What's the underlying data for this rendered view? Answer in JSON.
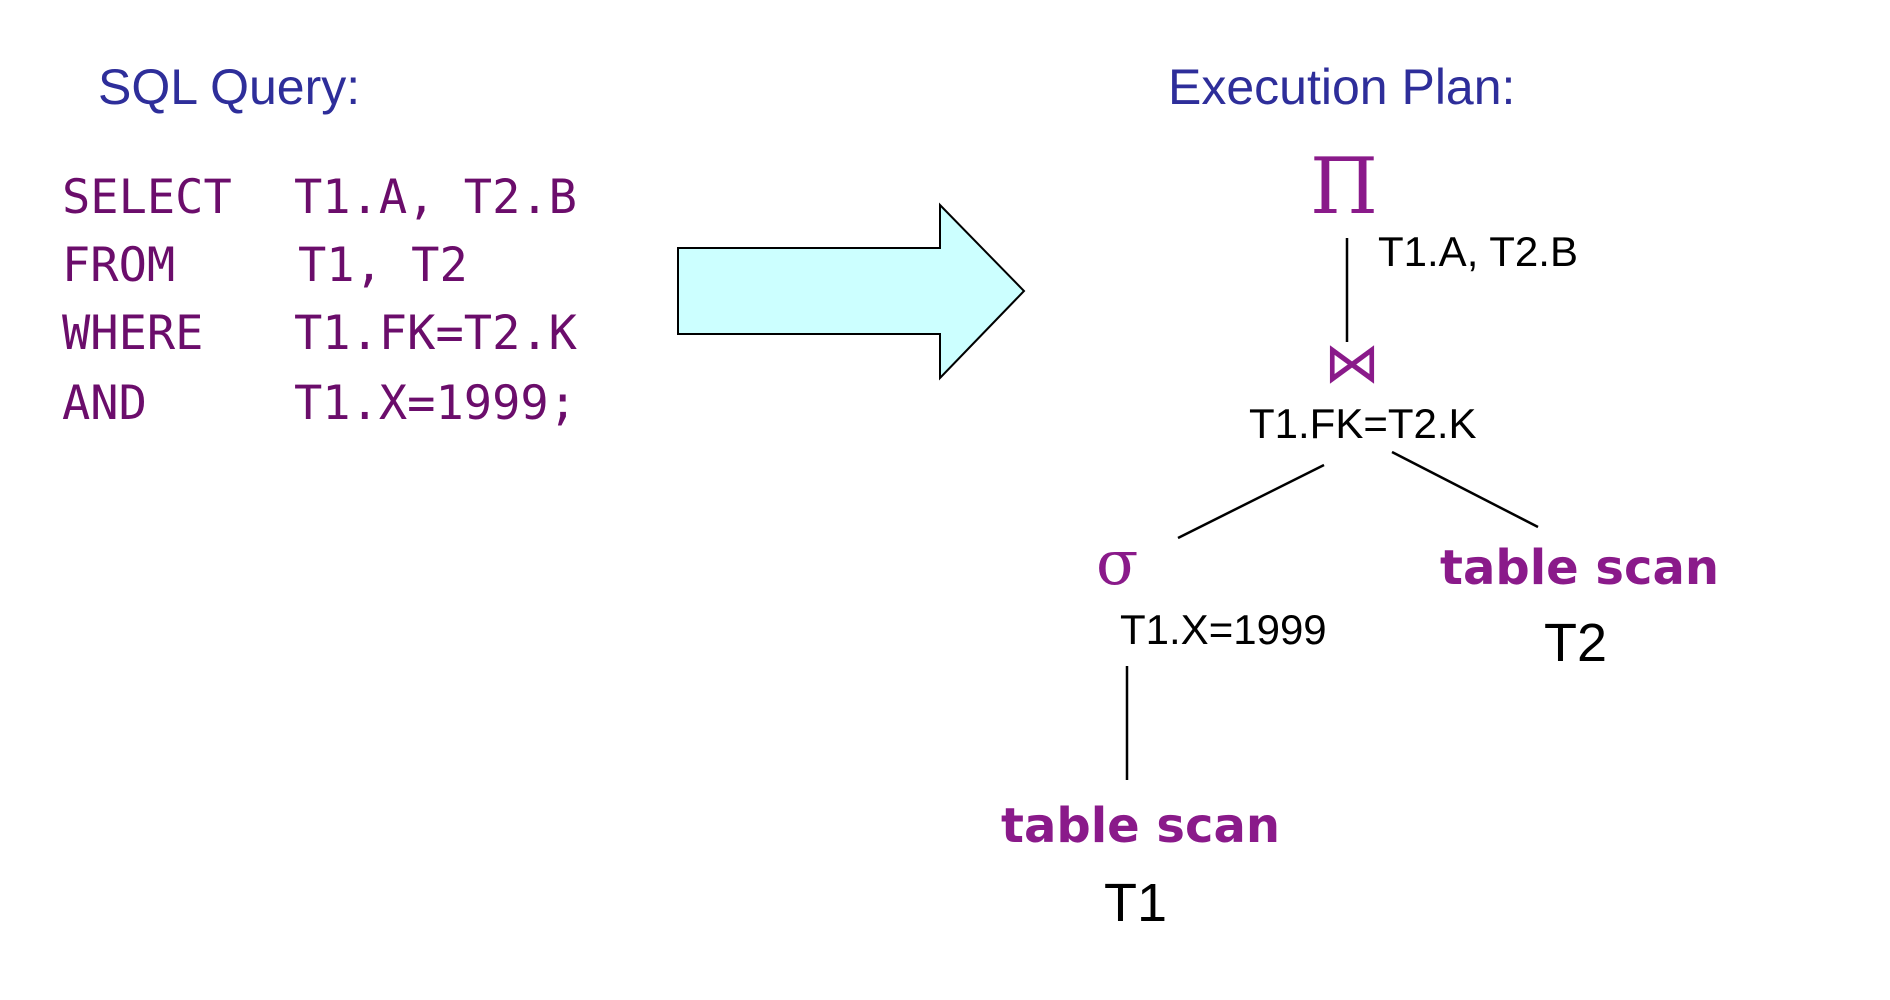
{
  "headings": {
    "sql": "SQL Query:",
    "plan": "Execution Plan:"
  },
  "sql_query": {
    "lines": [
      {
        "keyword": "SELECT",
        "args": "T1.A, T2.B"
      },
      {
        "keyword": "FROM",
        "args": "T1, T2"
      },
      {
        "keyword": "WHERE",
        "args": "T1.FK=T2.K"
      },
      {
        "keyword": "AND",
        "args": "T1.X=1999;"
      }
    ]
  },
  "plan": {
    "projection": {
      "symbol": "Π",
      "condition": "T1.A, T2.B"
    },
    "join": {
      "symbol": "⋈",
      "condition": "T1.FK=T2.K"
    },
    "selection": {
      "symbol": "σ",
      "condition": "T1.X=1999"
    },
    "scan_left": {
      "label": "table scan",
      "table": "T1"
    },
    "scan_right": {
      "label": "table scan",
      "table": "T2"
    }
  },
  "colors": {
    "heading": "#2e2e9a",
    "sql_text": "#6b0d6b",
    "operator": "#8a1a8a",
    "arrow_fill": "#ccffff",
    "line": "#000000"
  }
}
